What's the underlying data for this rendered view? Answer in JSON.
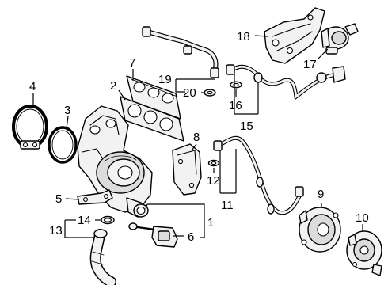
{
  "callouts": {
    "c1": "1",
    "c2": "2",
    "c3": "3",
    "c4": "4",
    "c5": "5",
    "c6": "6",
    "c7": "7",
    "c8": "8",
    "c9": "9",
    "c10": "10",
    "c11": "11",
    "c12": "12",
    "c13": "13",
    "c14": "14",
    "c15": "15",
    "c16": "16",
    "c17": "17",
    "c18": "18",
    "c19": "19",
    "c20": "20"
  },
  "parts": [
    {
      "callout": "1",
      "name": "turbocharger-assembly-icon"
    },
    {
      "callout": "2",
      "name": "exhaust-manifold-gasket-icon"
    },
    {
      "callout": "3",
      "name": "seal-ring-icon"
    },
    {
      "callout": "4",
      "name": "hose-clamp-ring-icon"
    },
    {
      "callout": "5",
      "name": "support-bracket-icon"
    },
    {
      "callout": "6",
      "name": "actuator-icon"
    },
    {
      "callout": "7",
      "name": "heat-shield-gasket-icon"
    },
    {
      "callout": "8",
      "name": "heat-shield-icon"
    },
    {
      "callout": "9",
      "name": "water-pump-icon"
    },
    {
      "callout": "10",
      "name": "vacuum-pump-icon"
    },
    {
      "callout": "11",
      "name": "oil-feed-line-icon"
    },
    {
      "callout": "12",
      "name": "washer-icon"
    },
    {
      "callout": "13",
      "name": "outlet-hose-icon"
    },
    {
      "callout": "14",
      "name": "o-ring-icon"
    },
    {
      "callout": "15",
      "name": "coolant-line-icon"
    },
    {
      "callout": "16",
      "name": "washer-icon"
    },
    {
      "callout": "17",
      "name": "auxiliary-pump-icon"
    },
    {
      "callout": "18",
      "name": "mounting-bracket-icon"
    },
    {
      "callout": "19",
      "name": "oil-return-line-icon"
    },
    {
      "callout": "20",
      "name": "gasket-icon"
    }
  ]
}
